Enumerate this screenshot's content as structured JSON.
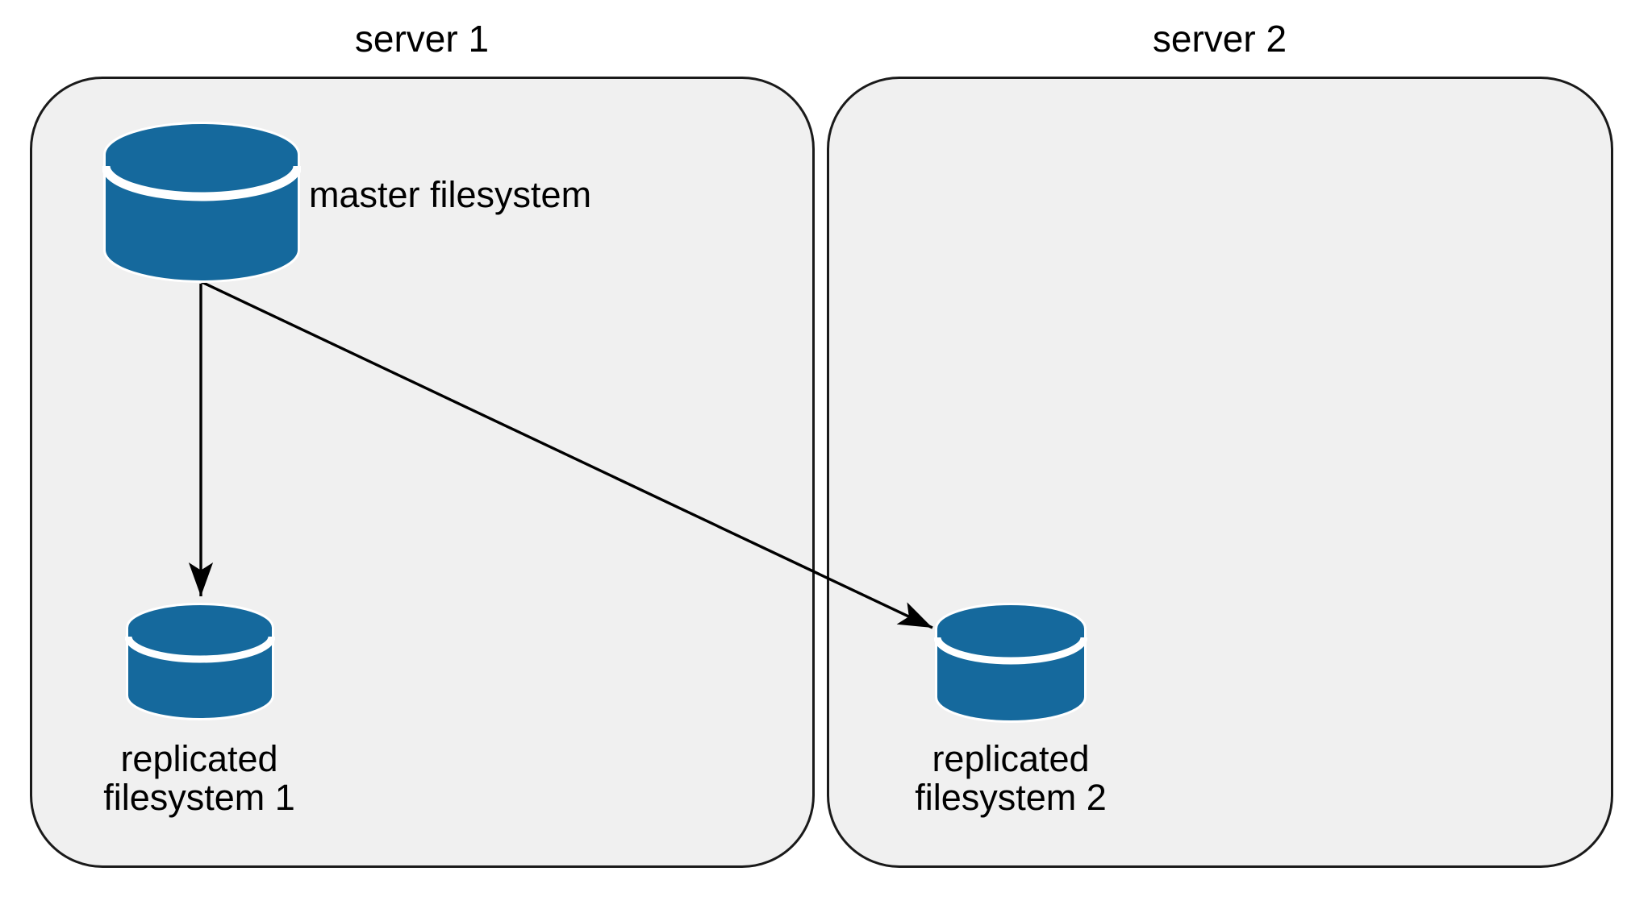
{
  "diagram": {
    "type": "filesystem-replication-diagram",
    "servers": [
      {
        "title": "server 1"
      },
      {
        "title": "server 2"
      }
    ],
    "nodes": {
      "master": {
        "label": "master filesystem",
        "icon": "database-cylinder"
      },
      "replica1": {
        "label_line1": "replicated",
        "label_line2": "filesystem 1",
        "icon": "database-cylinder"
      },
      "replica2": {
        "label_line1": "replicated",
        "label_line2": "filesystem 2",
        "icon": "database-cylinder"
      }
    },
    "edges": [
      {
        "from": "master filesystem",
        "to": "replicated filesystem 1",
        "style": "arrow"
      },
      {
        "from": "master filesystem",
        "to": "replicated filesystem 2",
        "style": "arrow"
      }
    ]
  },
  "colors": {
    "database_fill": "#15699d",
    "database_stripe": "#ffffff",
    "database_halo": "#ffffff",
    "container_fill": "#f0f0f0",
    "border": "#1a1a1a",
    "arrow": "#000000",
    "label": "#000000",
    "page_background": "#ffffff"
  }
}
